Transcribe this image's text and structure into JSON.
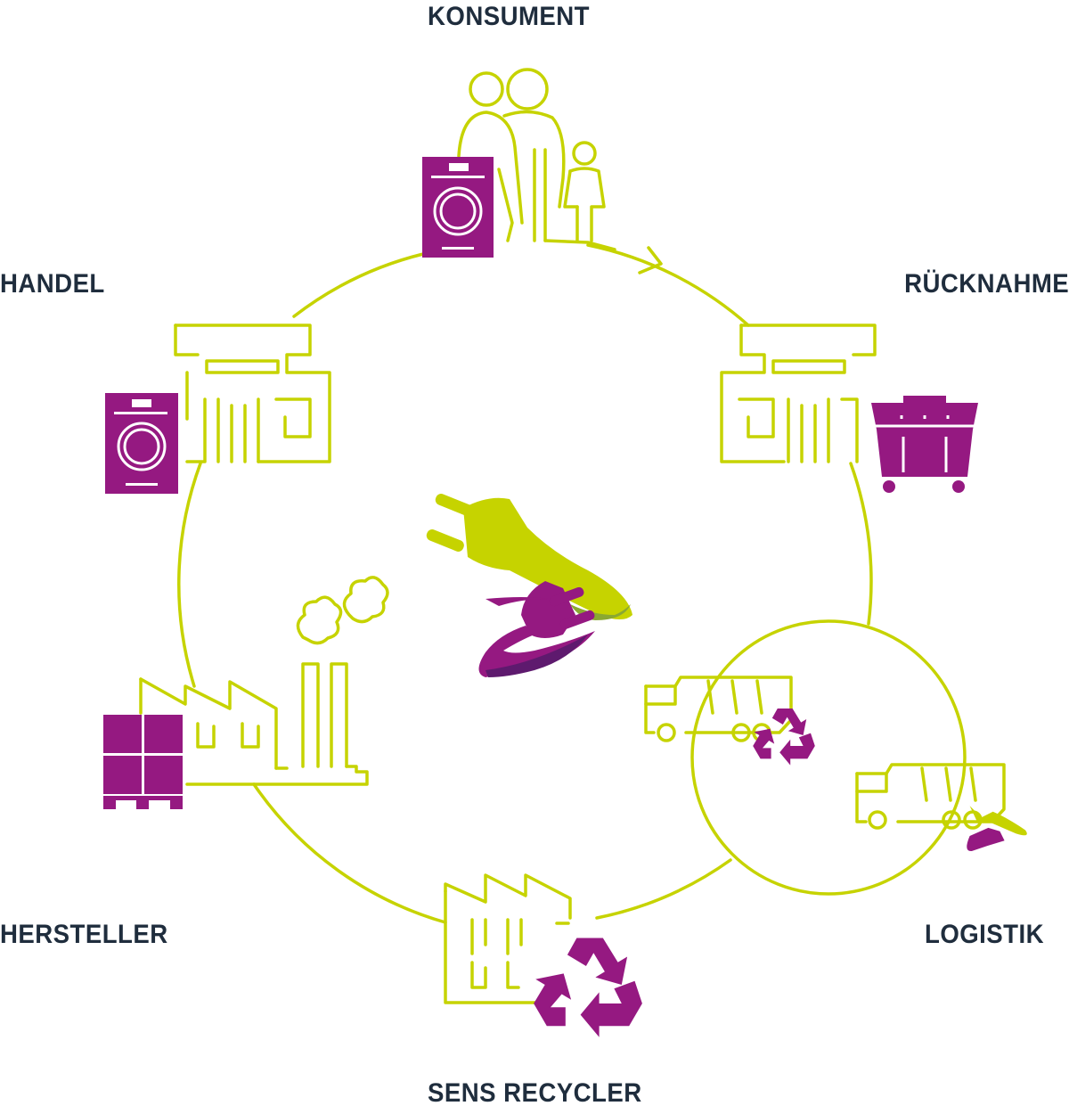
{
  "labels": {
    "konsument": "KONSUMENT",
    "handel": "HANDEL",
    "ruecknahme": "RÜCKNAHME",
    "hersteller": "HERSTELLER",
    "logistik": "LOGISTIK",
    "recycler": "SENS RECYCLER"
  },
  "colors": {
    "lime": "#c6d300",
    "purple": "#951981",
    "text": "#1f2d3d"
  }
}
